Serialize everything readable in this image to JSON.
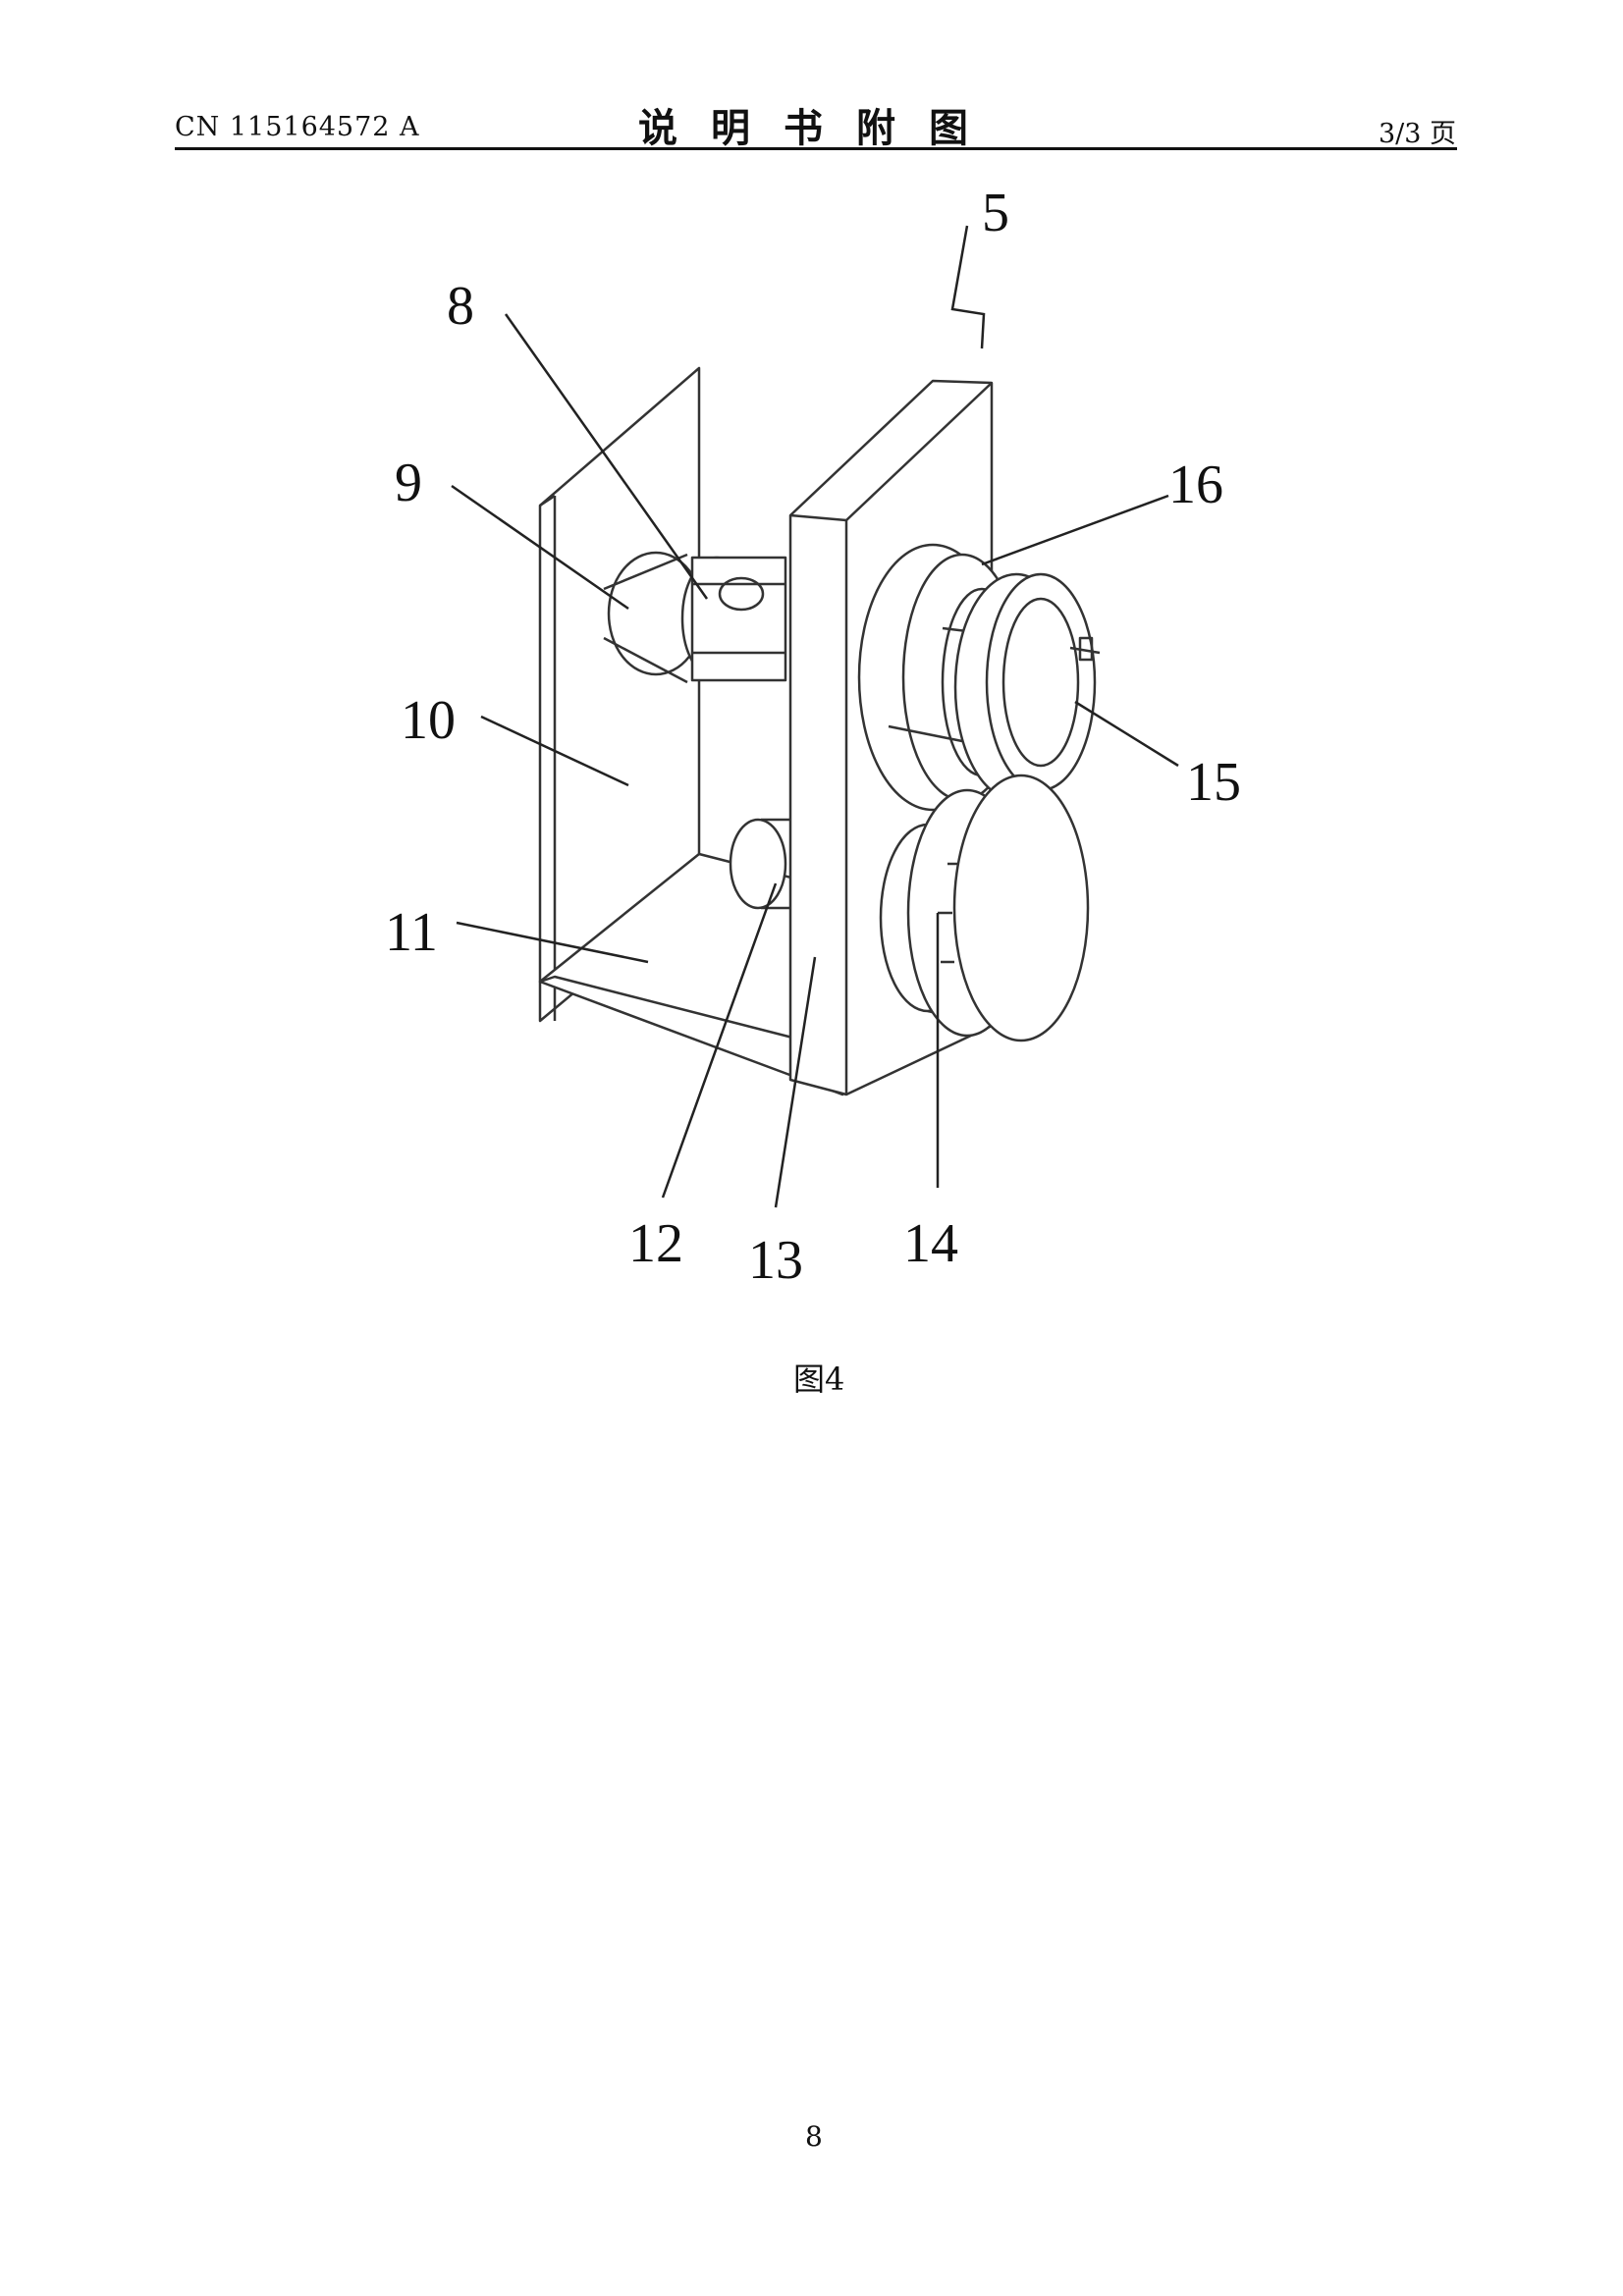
{
  "header": {
    "doc_number": "CN 115164572 A",
    "section_title": "说明书附图",
    "page_of": "3/3 页"
  },
  "figure": {
    "caption": "图4",
    "labels": [
      "5",
      "8",
      "9",
      "16",
      "10",
      "15",
      "11",
      "12",
      "13",
      "14"
    ]
  },
  "footer": {
    "page_number": "8"
  }
}
